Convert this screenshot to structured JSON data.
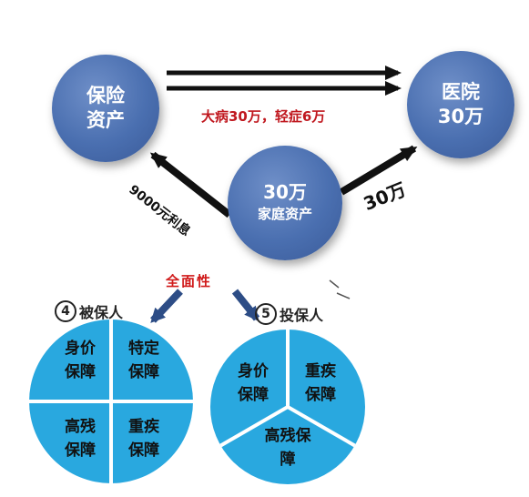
{
  "nodes": {
    "insurance": [
      "保险",
      "资产"
    ],
    "hospital": [
      "医院",
      "30万"
    ],
    "family": [
      "30万",
      "家庭资产"
    ]
  },
  "edges": {
    "insurance_to_hospital": "大病30万，轻症6万",
    "family_to_insurance": "9000元利息",
    "family_to_hospital": "30万"
  },
  "comprehensive_label": "全面性",
  "insured": {
    "number": "4",
    "label": "被保人",
    "segments": [
      [
        "身价",
        "保障"
      ],
      [
        "特定",
        "保障"
      ],
      [
        "高残",
        "保障"
      ],
      [
        "重疾",
        "保障"
      ]
    ]
  },
  "applicant": {
    "number": "5",
    "label": "投保人",
    "segments": [
      [
        "身价",
        "保障"
      ],
      [
        "重疾",
        "保障"
      ],
      [
        "高残保",
        "障"
      ]
    ]
  },
  "colors": {
    "node": "#4a6fb0",
    "pie": "#29a8df",
    "highlight": "#c0181f"
  }
}
